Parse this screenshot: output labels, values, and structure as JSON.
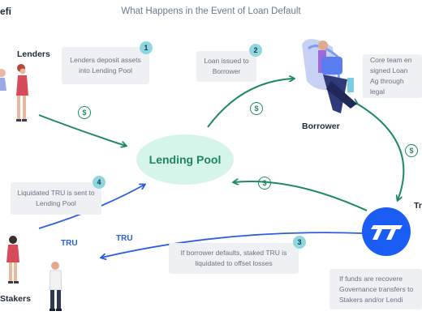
{
  "header": {
    "logo": "efi",
    "title": "What Happens in the Event of Loan Default"
  },
  "roles": {
    "lenders": "Lenders",
    "borrower": "Borrower",
    "stakers": "Stakers",
    "tru_corner": "Tr"
  },
  "pool": {
    "label": "Lending Pool"
  },
  "steps": [
    {
      "number": "1",
      "text": "Lenders deposit assets into Lending Pool"
    },
    {
      "number": "2",
      "text": "Loan issued to Borrower"
    },
    {
      "number": "3",
      "text": "If borrower defaults, staked TRU is liquidated to offset losses"
    },
    {
      "number": "4",
      "text": "Liquidated TRU is sent to Lending Pool"
    }
  ],
  "notes": {
    "core_team": "Core team en signed Loan Ag through legal",
    "funds": "If funds are recovere Governance transfers to Stakers and/or Lendi"
  },
  "flow_labels": {
    "tru_a": "TRU",
    "tru_b": "TRU",
    "dollar": "$"
  },
  "colors": {
    "green": "#1e8a60",
    "blue": "#2c5fdb",
    "pool_fill": "#d6f5ea",
    "badge": "#8fd7df",
    "tru_brand": "#1a5df5"
  }
}
